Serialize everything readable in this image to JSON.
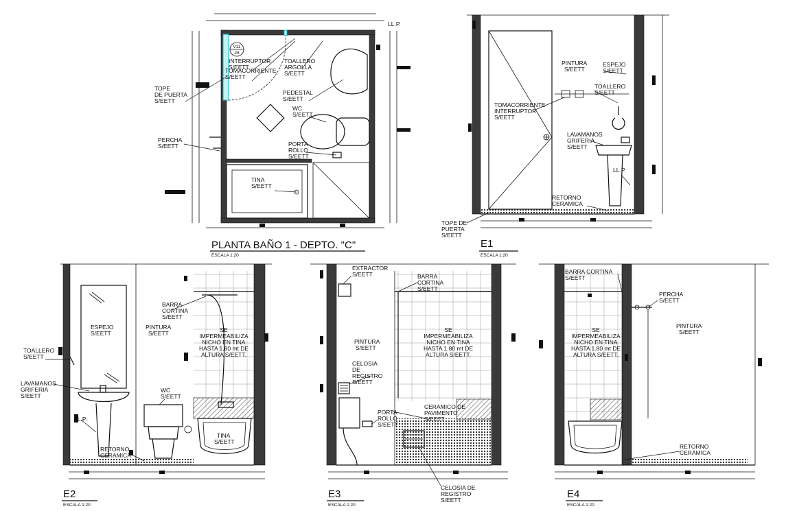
{
  "plan": {
    "title": "PLANTA BAÑO 1 - DEPTO. \"C\"",
    "scale": "ESCALA 1:20",
    "tag_top": "V11",
    "tag_bottom": "28",
    "llp": "LL.P.",
    "labels": {
      "interruptor": [
        "INTERRUPTOR",
        "S/EETT"
      ],
      "tomacorriente": [
        "TOMACORRIENTE",
        "S/EETT"
      ],
      "toallero": [
        "TOALLERO",
        "ARGOLLA",
        "S/EETT"
      ],
      "tope": [
        "TOPE",
        "DE PUERTA",
        "S/EETT"
      ],
      "pedestal": [
        "PEDESTAL",
        "S/EETT"
      ],
      "wc": [
        "WC",
        "S/EETT"
      ],
      "percha": [
        "PERCHA",
        "S/EETT"
      ],
      "porta": [
        "PORTA",
        "ROLLO",
        "S/EETT"
      ],
      "tina": [
        "TINA",
        "S/EETT"
      ]
    }
  },
  "e1": {
    "title": "E1",
    "scale": "ESCALA 1:20",
    "llp": "LL.P.",
    "labels": {
      "pintura": [
        "PINTURA",
        "S/EETT"
      ],
      "espejo": [
        "ESPEJO",
        "S/EETT"
      ],
      "toallero": [
        "TOALLERO",
        "S/EETT"
      ],
      "tomacorriente": [
        "TOMACORRIENTE",
        "INTERRUPTOR",
        "S/EETT"
      ],
      "lavamanos": [
        "LAVAMANOS",
        "GRIFERIA",
        "S/EETT"
      ],
      "retorno": [
        "RETORNO",
        "CERAMICA"
      ],
      "tope": [
        "TOPE DE",
        "PUERTA",
        "S/EETT"
      ]
    }
  },
  "e2": {
    "title": "E2",
    "scale": "ESCALA 1:20",
    "llp": "LL.P.",
    "labels": {
      "espejo": [
        "ESPEJO",
        "S/EETT"
      ],
      "pintura": [
        "PINTURA",
        "S/EETT"
      ],
      "barra": [
        "BARRA",
        "CORTINA",
        "S/EETT"
      ],
      "se": [
        "SE",
        "IMPERMEABILIZA",
        "NICHO EN TINA",
        "HASTA 1.80 mt DE",
        "ALTURA S/EETT."
      ],
      "toallero": [
        "TOALLERO",
        "S/EETT"
      ],
      "lavamanos": [
        "LAVAMANOS",
        "GRIFERIA",
        "S/EETT"
      ],
      "wc": [
        "WC",
        "S/EETT"
      ],
      "retorno": [
        "RETORNO",
        "CERAMICA"
      ],
      "tina": [
        "TINA",
        "S/EETT"
      ]
    }
  },
  "e3": {
    "title": "E3",
    "scale": "ESCALA 1:20",
    "labels": {
      "extractor": [
        "EXTRACTOR",
        "S/EETT"
      ],
      "barra": [
        "BARRA",
        "CORTINA",
        "S/EETT"
      ],
      "pintura": [
        "PINTURA",
        "S/EETT"
      ],
      "se": [
        "SE",
        "IMPERMEABILIZA",
        "NICHO EN TINA",
        "HASTA 1.80 mt DE",
        "ALTURA S/EETT."
      ],
      "celosia": [
        "CELOSIA",
        "DE",
        "REGISTRO",
        "S/EETT"
      ],
      "ceramico": [
        "CERAMICO DE",
        "PAVIMENTO",
        "S/EETT"
      ],
      "porta": [
        "PORTA",
        "ROLLO",
        "S/EETT"
      ],
      "celosia2": [
        "CELOSIA DE",
        "REGISTRO",
        "S/EETT"
      ]
    }
  },
  "e4": {
    "title": "E4",
    "scale": "ESCALA 1:20",
    "labels": {
      "barra": [
        "BARRA CORTINA",
        "S/EETT"
      ],
      "percha": [
        "PERCHA",
        "S/EETT"
      ],
      "pintura": [
        "PINTURA",
        "S/EETT"
      ],
      "se": [
        "SE",
        "IMPERMEABILIZA",
        "NICHO EN TINA",
        "HASTA 1.80 mt DE",
        "ALTURA S/EETT."
      ],
      "retorno": [
        "RETORNO",
        "CERAMICA"
      ]
    }
  }
}
